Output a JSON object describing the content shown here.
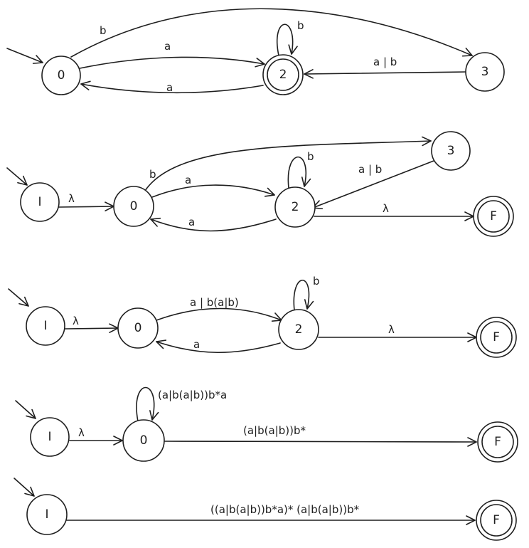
{
  "diagrams": [
    {
      "states": {
        "q0": "0",
        "q2": "2",
        "q3": "3"
      },
      "labels": {
        "e03": "b",
        "e02": "a",
        "e20": "a",
        "loop2": "b",
        "e32": "a | b"
      }
    },
    {
      "states": {
        "qI": "I",
        "q0": "0",
        "q2": "2",
        "q3": "3",
        "qF": "F"
      },
      "labels": {
        "eI0": "λ",
        "e03": "b",
        "e02": "a",
        "e20": "a",
        "loop2": "b",
        "e32": "a | b",
        "e2F": "λ"
      }
    },
    {
      "states": {
        "qI": "I",
        "q0": "0",
        "q2": "2",
        "qF": "F"
      },
      "labels": {
        "eI0": "λ",
        "e02": "a | b(a|b)",
        "e20": "a",
        "loop2": "b",
        "e2F": "λ"
      }
    },
    {
      "states": {
        "qI": "I",
        "q0": "0",
        "qF": "F"
      },
      "labels": {
        "eI0": "λ",
        "loop0": "(a|b(a|b))b*a",
        "e0F": "(a|b(a|b))b*"
      }
    },
    {
      "states": {
        "qI": "I",
        "qF": "F"
      },
      "labels": {
        "eIF": "((a|b(a|b))b*a)* (a|b(a|b))b*"
      }
    }
  ]
}
